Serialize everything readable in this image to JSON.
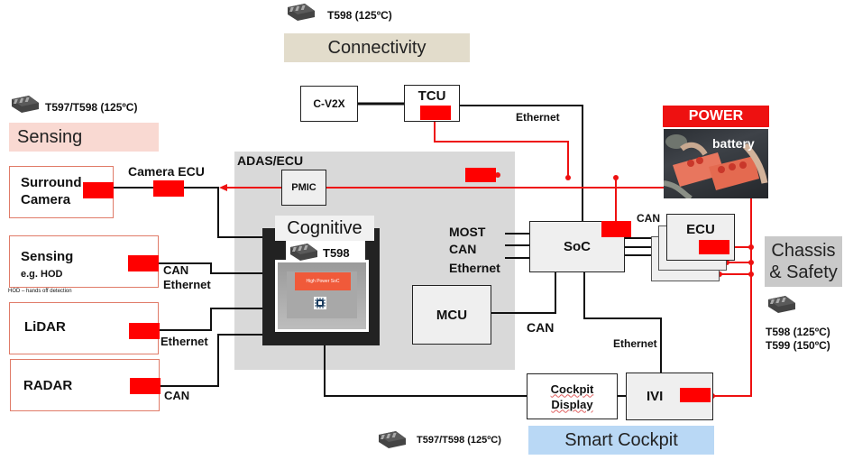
{
  "categories": {
    "connectivity": {
      "label": "Connectivity",
      "color": "#e2dccb"
    },
    "sensing": {
      "label": "Sensing",
      "color": "#f9d9d2"
    },
    "chassis": {
      "label": "Chassis & Safety",
      "line1": "Chassis",
      "line2": "& Safety",
      "color": "#c9c9c9"
    },
    "cockpit": {
      "label": "Smart Cockpit",
      "color": "#b9d8f5"
    }
  },
  "part_labels": {
    "connectivity": "T598 (125ºC)",
    "sensing": "T597/T598 (125ºC)",
    "cognitive": "T598",
    "chassis_line1": "T598 (125ºC)",
    "chassis_line2": "T599 (150ºC)",
    "cockpit": "T597/T598 (125ºC)"
  },
  "blocks": {
    "cv2x": "C-V2X",
    "tcu": "TCU",
    "power": "POWER",
    "battery": "battery",
    "adas_ecu": "ADAS/ECU",
    "pmic": "PMIC",
    "cognitive": "Cognitive",
    "high_power_soc": "High Power SoC",
    "soc": "SoC",
    "mcu": "MCU",
    "ecu": "ECU",
    "cockpit_display_1": "Cockpit",
    "cockpit_display_2": "Display",
    "ivi": "IVI"
  },
  "sensors": {
    "surround_camera_1": "Surround",
    "surround_camera_2": "Camera",
    "sensing_1": "Sensing",
    "sensing_2": "e.g. HOD",
    "hod_note": "HOD – hands off detection",
    "lidar": "LiDAR",
    "radar": "RADAR"
  },
  "bus_labels": {
    "camera_ecu": "Camera ECU",
    "tcu_ethernet": "Ethernet",
    "sensing_can": "CAN",
    "sensing_ethernet": "Ethernet",
    "lidar_ethernet": "Ethernet",
    "radar_can": "CAN",
    "most": "MOST",
    "can": "CAN",
    "ethernet": "Ethernet",
    "mcu_can": "CAN",
    "ecu_can": "CAN",
    "ivi_ethernet": "Ethernet"
  },
  "colors": {
    "power_red": "#ff0000",
    "wire": "#111111",
    "adas_bg": "#d9d9d9",
    "high_power_soc": "#f05a3a"
  }
}
